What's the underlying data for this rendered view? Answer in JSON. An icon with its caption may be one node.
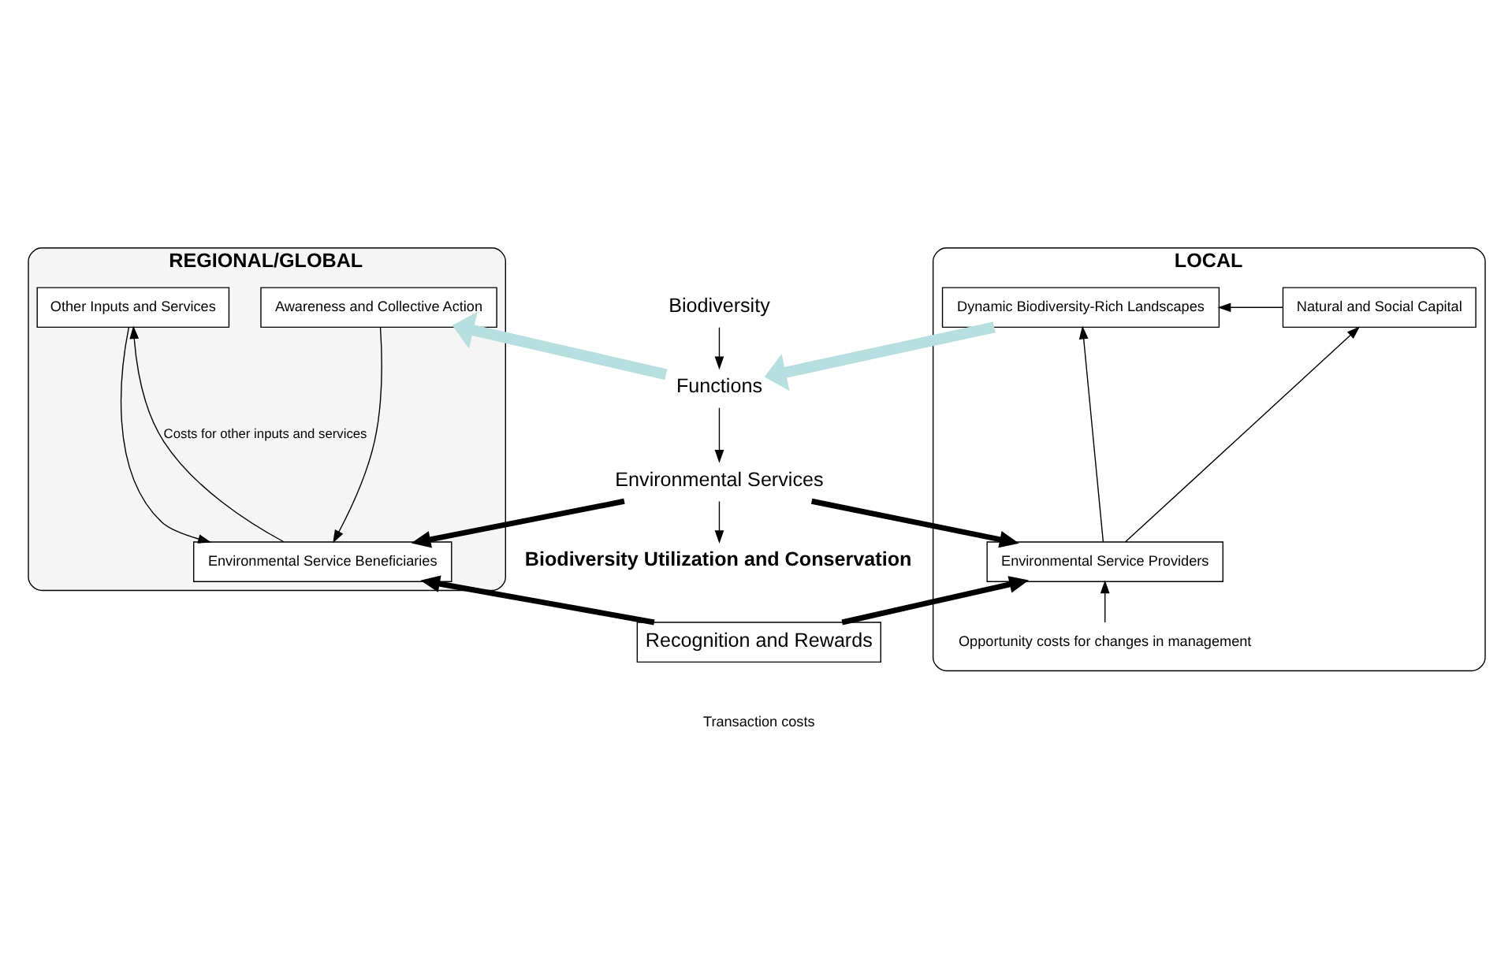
{
  "diagram": {
    "nodes": [
      {
        "text": [
          "LOCAL"
        ]
      },
      {
        "text": [
          "Natural and Social Capital"
        ],
        "in": 0
      },
      {
        "text": [
          "Dynamic Biodiversity-Rich Landscapes"
        ],
        "in": 0
      },
      {
        "text": [
          "Environmental Service Providers"
        ],
        "in": 0
      },
      {
        "text": [
          "Opportunity costs for changes in management"
        ],
        "in": 0
      },
      {
        "text": [
          "REGIONAL/GLOBAL"
        ]
      },
      {
        "text": [
          "Awareness and Collective Action"
        ],
        "in": 5
      },
      {
        "text": [
          "Other Inputs and Services"
        ],
        "in": 5
      },
      {
        "text": [
          "Environmental Service Beneficiaries"
        ],
        "in": 5
      },
      {
        "text": [
          "Biodiversity"
        ]
      },
      {
        "text": [
          "Functions"
        ]
      },
      {
        "text": [
          "Environmental Services"
        ]
      },
      {
        "text": [
          "Biodiversity Utilization and Conservation"
        ]
      },
      {
        "text": [
          "Recognition and Rewards"
        ]
      }
    ],
    "edges": [
      {
        "from": 1,
        "to": 2,
        "arrow": "to"
      },
      {
        "from": 2,
        "to": 10,
        "arrow": "to",
        "style": "thick",
        "color": "#b7dfe0"
      },
      {
        "from": 10,
        "to": 6,
        "arrow": "to",
        "style": "thick",
        "color": "#b7dfe0"
      },
      {
        "from": 9,
        "to": 10,
        "arrow": "to"
      },
      {
        "from": 10,
        "to": 11,
        "arrow": "to"
      },
      {
        "from": 11,
        "to": 12,
        "arrow": "to"
      },
      {
        "from": 11,
        "to": 3,
        "arrow": "to",
        "style": "thick"
      },
      {
        "from": 11,
        "to": 8,
        "arrow": "to",
        "style": "thick"
      },
      {
        "from": 3,
        "to": 1,
        "arrow": "to"
      },
      {
        "from": 3,
        "to": 2,
        "arrow": "to"
      },
      {
        "from": 6,
        "to": 8,
        "arrow": "to"
      },
      {
        "from": 7,
        "to": 8,
        "arrow": "to"
      },
      {
        "from": 8,
        "to": 7,
        "arrow": "to",
        "label": "Costs for other inputs and services"
      },
      {
        "from": 4,
        "to": 3,
        "arrow": "to"
      },
      {
        "from": 13,
        "to": 3,
        "arrow": "to",
        "style": "thick"
      },
      {
        "from": 13,
        "to": 8,
        "arrow": "to",
        "style": "thick"
      }
    ],
    "labels": [
      "Transaction costs"
    ]
  }
}
